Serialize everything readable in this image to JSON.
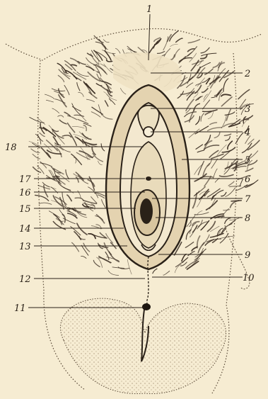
{
  "figure": {
    "labels": {
      "n1": "1",
      "n2": "2",
      "n3": "3",
      "n4": "4",
      "n5": "5",
      "n6": "6",
      "n7": "7",
      "n8": "8",
      "n9": "9",
      "n10": "10",
      "n11": "11",
      "n12": "12",
      "n13": "13",
      "n14": "14",
      "n15": "15",
      "n16": "16",
      "n17": "17",
      "n18": "18"
    },
    "colors": {
      "paper": "#f6ecd2",
      "ink": "#2a2118",
      "hair": "#3a2d22",
      "skin_shade": "#e4d3b0"
    }
  }
}
